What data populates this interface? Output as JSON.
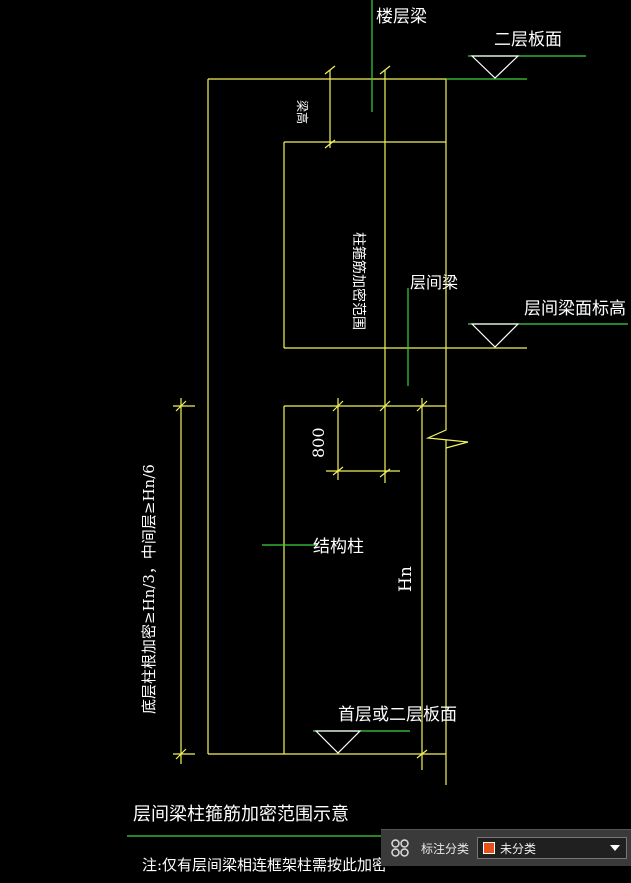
{
  "labels": {
    "floor_beam": "楼层梁",
    "second_floor_slab": "二层板面",
    "beam_height": "梁高",
    "dense_range": "柱箍筋加密范围",
    "interlayer_beam": "层间梁",
    "interlayer_beam_top": "层间梁面标高",
    "dim_800": "800",
    "structural_column": "结构柱",
    "hn": "Hn",
    "bottom_rule": "底层柱根加密≥Hn/3，中间层≥Hn/6",
    "first_second_slab": "首层或二层板面",
    "caption": "层间梁柱箍筋加密范围示意",
    "note": "注:仅有层间梁相连框架柱需按此加密"
  },
  "toolbar": {
    "label": "标注分类",
    "selected": "未分类",
    "swatch_color": "#e8501a",
    "icon": "grid-icon"
  },
  "colors": {
    "lines": "#f2f25a",
    "leaders": "#3cd23c",
    "text": "#ffffff",
    "background": "#000000"
  }
}
